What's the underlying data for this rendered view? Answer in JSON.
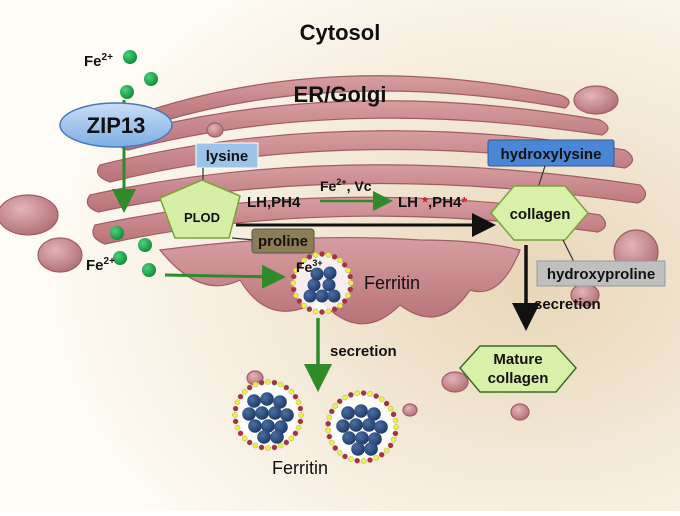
{
  "labels": {
    "cytosol": "Cytosol",
    "er_golgi": "ER/Golgi",
    "zip13": "ZIP13",
    "fe_top": "Fe",
    "fe_top_sup": "2+",
    "fe_mid": "Fe",
    "fe_mid_sup": "2+",
    "lysine": "lysine",
    "plod": "PLOD",
    "proline": "proline",
    "lh_ph4": "LH,PH4",
    "cofactor": "Fe",
    "cofactor_sup": "2+",
    "cofactor_rest": ", Vc",
    "lh": "LH ",
    "ph4": ",PH4",
    "star": "*",
    "hydroxylysine": "hydroxylysine",
    "collagen": "collagen",
    "hydroxyproline": "hydroxyproline",
    "secretion_right": "secretion",
    "mature_line1": "Mature",
    "mature_line2": "collagen",
    "fe3": "Fe",
    "fe3_sup": "3+",
    "ferritin_right": "Ferritin",
    "secretion_mid": "secretion",
    "ferritin_bottom": "Ferritin"
  },
  "colors": {
    "green_arrow": "#2f8a2a",
    "black_arrow": "#111111",
    "red_star": "#e02020",
    "collagen_fill": "#d9f0a8",
    "zip13_fill": "#9fc4ee",
    "lysine_fill": "#9cc3e8",
    "hydroxylysine_fill": "#4a86d4",
    "proline_fill": "#8c7d55",
    "hydroxyproline_fill": "#bfbfbf",
    "organelle": "#c6878c",
    "fe_dot": "#17a34a",
    "ferritin_core": "#2a4a78",
    "ferritin_yellow": "#f2ef3a",
    "ferritin_red": "#a8323a"
  }
}
